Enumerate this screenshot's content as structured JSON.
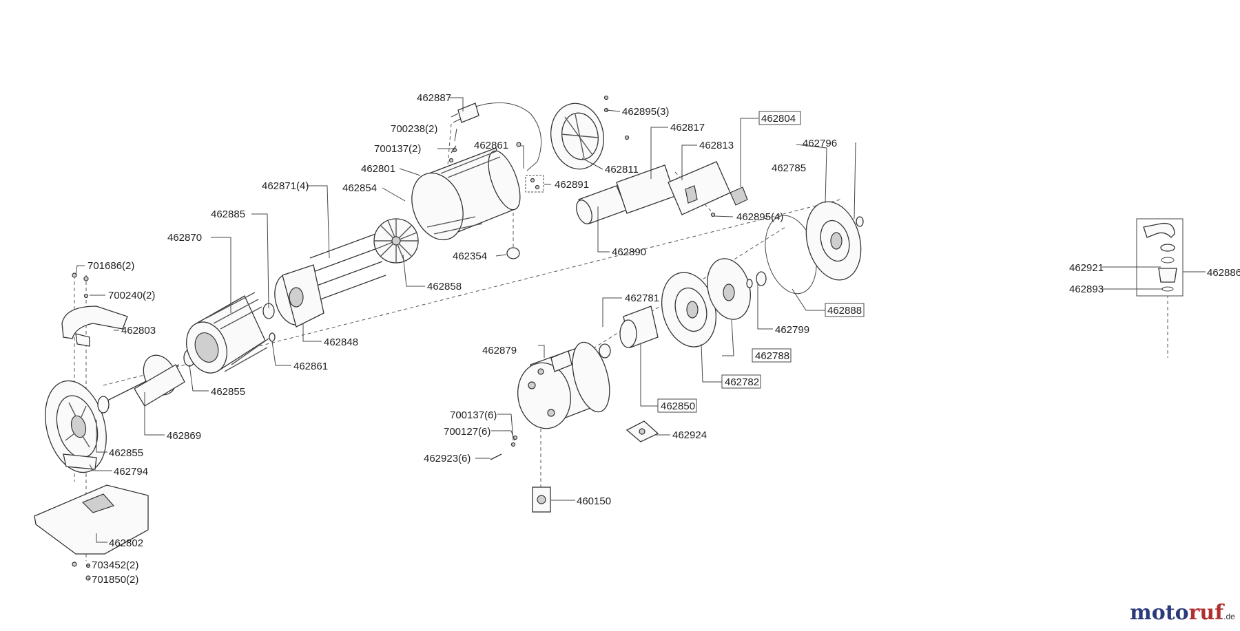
{
  "diagram": {
    "labels": {
      "p462887": "462887",
      "p462895_3": "462895(3)",
      "p700238_2": "700238(2)",
      "p462817": "462817",
      "p462804": "462804",
      "p462861_top": "462861",
      "p462813": "462813",
      "p462796": "462796",
      "p700137_2": "700137(2)",
      "p462801": "462801",
      "p462811": "462811",
      "p462785": "462785",
      "p462891": "462891",
      "p462871_4": "462871(4)",
      "p462854": "462854",
      "p462895_4": "462895(4)",
      "p462885": "462885",
      "p462870": "462870",
      "p462354": "462354",
      "p462890": "462890",
      "p701686_2": "701686(2)",
      "p462858": "462858",
      "p700240_2": "700240(2)",
      "p462781": "462781",
      "p462888": "462888",
      "p462803": "462803",
      "p462799": "462799",
      "p462848": "462848",
      "p462879": "462879",
      "p462788": "462788",
      "p462861_mid": "462861",
      "p462782": "462782",
      "p462855_a": "462855",
      "p462850": "462850",
      "p700137_6": "700137(6)",
      "p462869": "462869",
      "p462924": "462924",
      "p700127_6": "700127(6)",
      "p462855_b": "462855",
      "p462923_6": "462923(6)",
      "p462794": "462794",
      "p460150": "460150",
      "p462802": "462802",
      "p703452_2": "703452(2)",
      "p701850_2": "701850(2)",
      "p462921": "462921",
      "p462886": "462886",
      "p462893": "462893"
    },
    "watermark": {
      "part1": "moto",
      "part2": "ruf",
      "suffix": ".de"
    }
  }
}
